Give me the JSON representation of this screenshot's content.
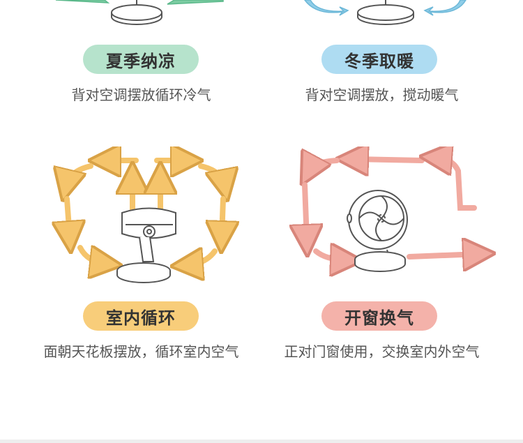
{
  "modes": [
    {
      "title": "夏季纳凉",
      "desc": "背对空调摆放循环冷气",
      "color": "#b6e3cc",
      "arrow_color": "#7ccca2"
    },
    {
      "title": "冬季取暖",
      "desc": "背对空调摆放，搅动暖气",
      "color": "#aedcf2",
      "arrow_color": "#8fcde8"
    },
    {
      "title": "室内循环",
      "desc": "面朝天花板摆放，循环室内空气",
      "color": "#f8cd7a",
      "arrow_color": "#f5c46b"
    },
    {
      "title": "开窗换气",
      "desc": "正对门窗使用，交换室内外空气",
      "color": "#f4b2aa",
      "arrow_color": "#f1aaa0"
    }
  ]
}
